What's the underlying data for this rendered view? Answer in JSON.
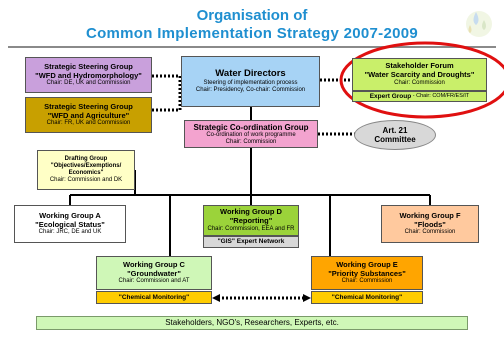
{
  "header": {
    "title_line1": "Organisation of",
    "title_line2": "Common Implementation Strategy 2007-2009"
  },
  "boxes": {
    "ssg_wfd_hydro": {
      "title": "Strategic Steering Group",
      "subtitle": "\"WFD and Hydromorphology\"",
      "chair": "Chair: DE, UK and Commission"
    },
    "ssg_wfd_agri": {
      "title": "Strategic Steering Group",
      "subtitle": "\"WFD and Agriculture\"",
      "chair": "Chair: FR, UK and Commission"
    },
    "water_directors": {
      "title": "Water Directors",
      "line1": "Steering of implementation process",
      "chair": "Chair: Presidency, Co-chair: Commission"
    },
    "stakeholder_forum": {
      "title": "Stakeholder Forum",
      "subtitle": "\"Water Scarcity and Droughts\"",
      "chair": "Chair: Commission"
    },
    "expert_group": {
      "label": "Expert Group",
      "chair": " - Chair: COM/FR/ES/IT"
    },
    "strategic_coord": {
      "title": "Strategic Co-ordination Group",
      "line1": "Co-ordination of work programme",
      "chair": "Chair: Commission"
    },
    "art21": {
      "line1": "Art. 21",
      "line2": "Committee"
    },
    "drafting_group": {
      "title": "Drafting Group",
      "subtitle": "\"Objectives/Exemptions/ Economics\"",
      "chair": "Chair: Commission and DK"
    },
    "wg_a": {
      "title": "Working Group A",
      "subtitle": "\"Ecological Status\"",
      "chair": "Chair: JRC, DE and UK"
    },
    "wg_d": {
      "title": "Working Group D",
      "subtitle": "\"Reporting\"",
      "chair": "Chair: Commission, EEA and FR"
    },
    "gis_network": {
      "label": "\"GIS\" Expert Network"
    },
    "wg_f": {
      "title": "Working Group F",
      "subtitle": "\"Floods\"",
      "chair": "Chair: Commission"
    },
    "wg_c": {
      "title": "Working Group C",
      "subtitle": "\"Groundwater\"",
      "chair": "Chair: Commission and AT"
    },
    "wg_c_chem": {
      "label": "\"Chemical Monitoring\""
    },
    "wg_e": {
      "title": "Working Group E",
      "subtitle": "\"Priority Substances\"",
      "chair": "Chair: Commission"
    },
    "wg_e_chem": {
      "label": "\"Chemical Monitoring\""
    },
    "stakeholders_bar": {
      "label": "Stakeholders, NGO's, Researchers, Experts, etc."
    }
  },
  "colors": {
    "title": "#1f8fd0",
    "highlight_ellipse": "#e01010"
  },
  "icons": {
    "logo": "water-drops-logo"
  }
}
